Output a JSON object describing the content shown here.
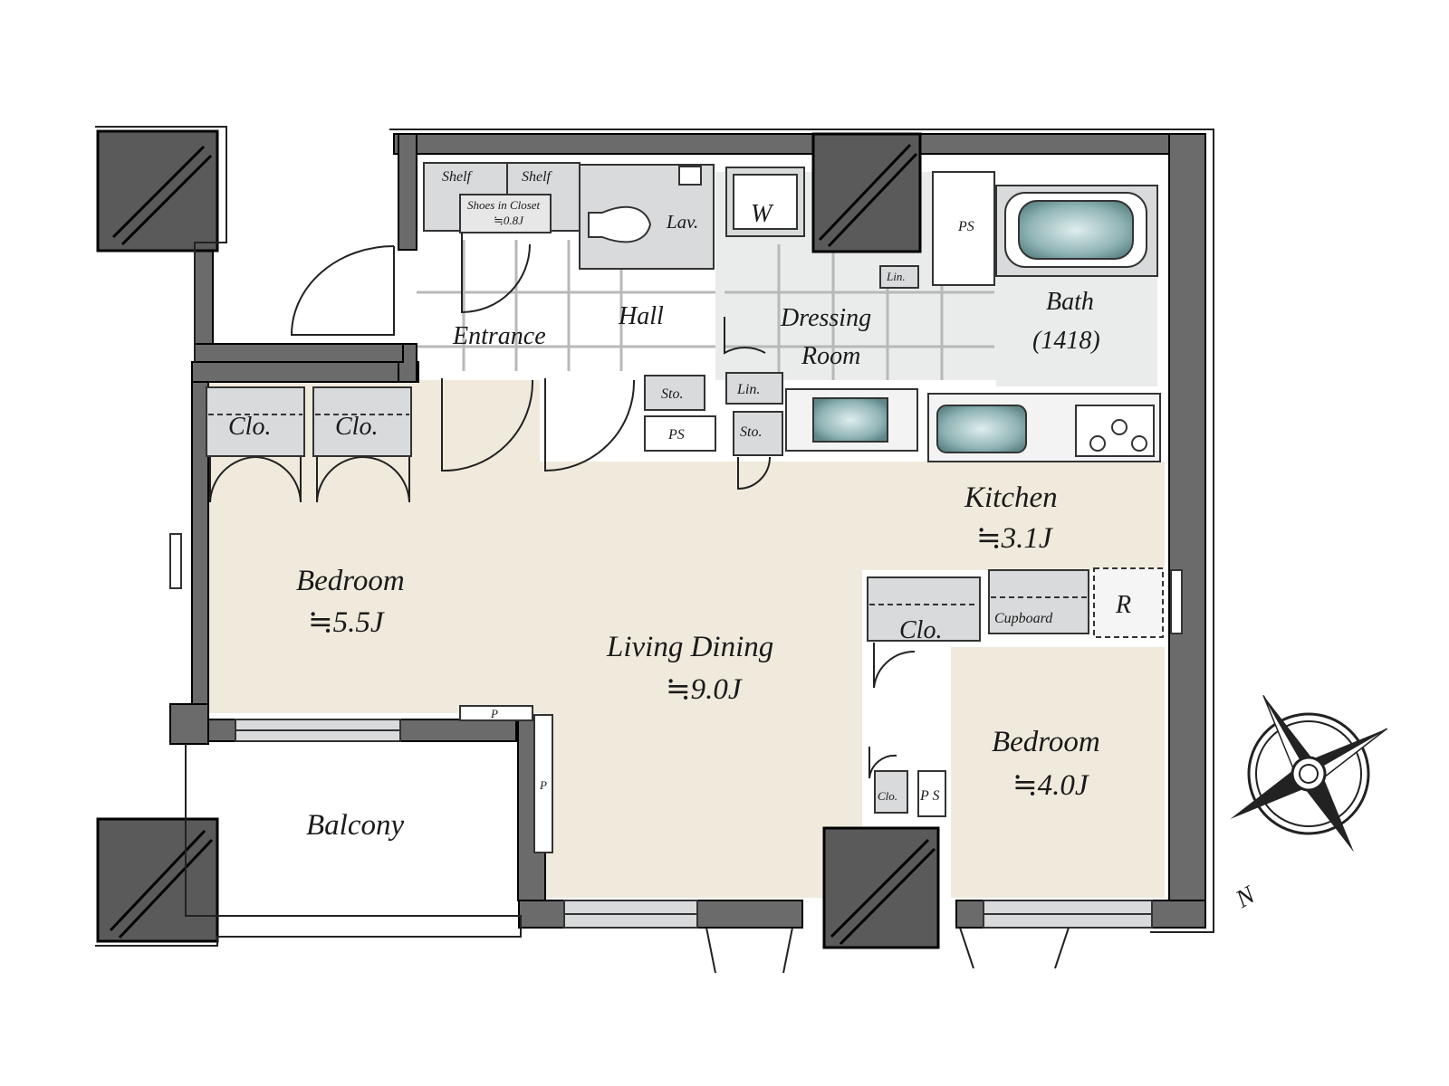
{
  "labels": {
    "shelf_left": "Shelf",
    "shelf_right": "Shelf",
    "shoes_closet": "Shoes in Closet",
    "shoes_closet_size": "≒0.8J",
    "lav": "Lav.",
    "w": "W",
    "ps_top": "PS",
    "lin_top": "Lin.",
    "bath": "Bath",
    "bath_size": "(1418)",
    "hall": "Hall",
    "entrance": "Entrance",
    "dressing": "Dressing",
    "room": "Room",
    "sto_1": "Sto.",
    "lin_mid": "Lin.",
    "ps_mid": "PS",
    "sto_2": "Sto.",
    "clo_1": "Clo.",
    "clo_2": "Clo.",
    "kitchen": "Kitchen",
    "kitchen_size": "≒3.1J",
    "bedroom_1": "Bedroom",
    "bedroom_1_size": "≒5.5J",
    "living_dining": "Living Dining",
    "living_dining_size": "≒9.0J",
    "clo_3": "Clo.",
    "cupboard": "Cupboard",
    "r": "R",
    "bedroom_2": "Bedroom",
    "bedroom_2_size": "≒4.0J",
    "clo_4": "Clo.",
    "ps_bottom": "P S",
    "p_1": "P",
    "p_2": "P",
    "balcony": "Balcony",
    "compass_n": "N"
  },
  "colors": {
    "wall": "#6b6b6b",
    "floor_room": "#efeadc",
    "floor_wet": "#e9ecea",
    "fixture": "#d8dadb",
    "water": "#8fb3b4"
  }
}
